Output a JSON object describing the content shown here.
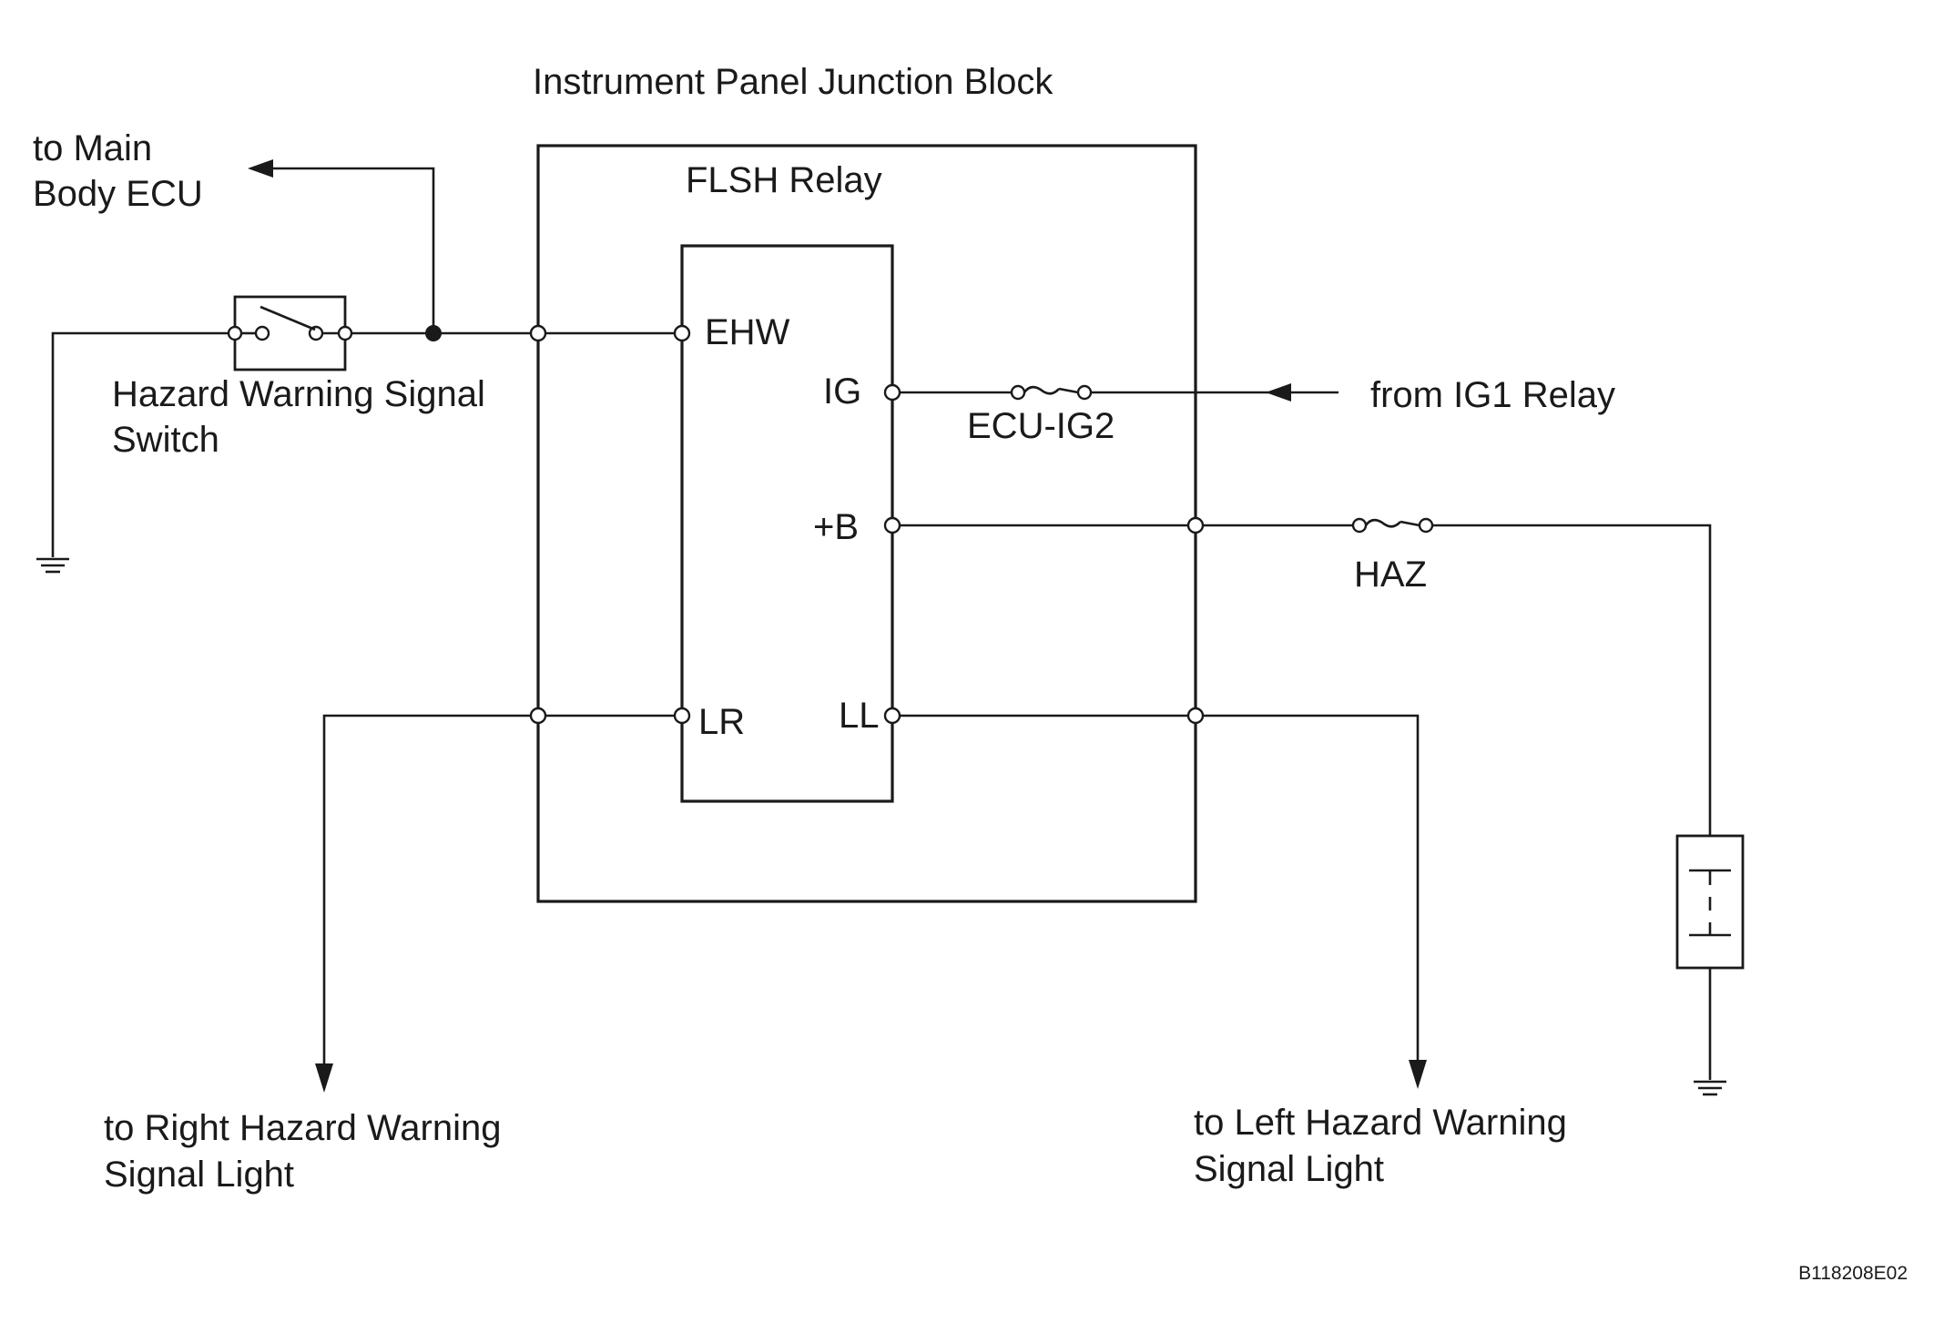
{
  "labels": {
    "junction_block": "Instrument Panel Junction Block",
    "flsh_relay": "FLSH Relay",
    "to_main_line1": "to Main",
    "to_main_line2": "Body ECU",
    "switch_line1": "Hazard Warning Signal",
    "switch_line2": "Switch",
    "pin_ehw": "EHW",
    "pin_ig": "IG",
    "pin_b": "+B",
    "pin_lr": "LR",
    "pin_ll": "LL",
    "fuse_ecu_ig2": "ECU-IG2",
    "fuse_haz": "HAZ",
    "from_ig1": "from IG1 Relay",
    "to_right_line1": "to Right Hazard Warning",
    "to_right_line2": "Signal Light",
    "to_left_line1": "to Left Hazard Warning",
    "to_left_line2": "Signal Light",
    "figure_code": "B118208E02"
  }
}
